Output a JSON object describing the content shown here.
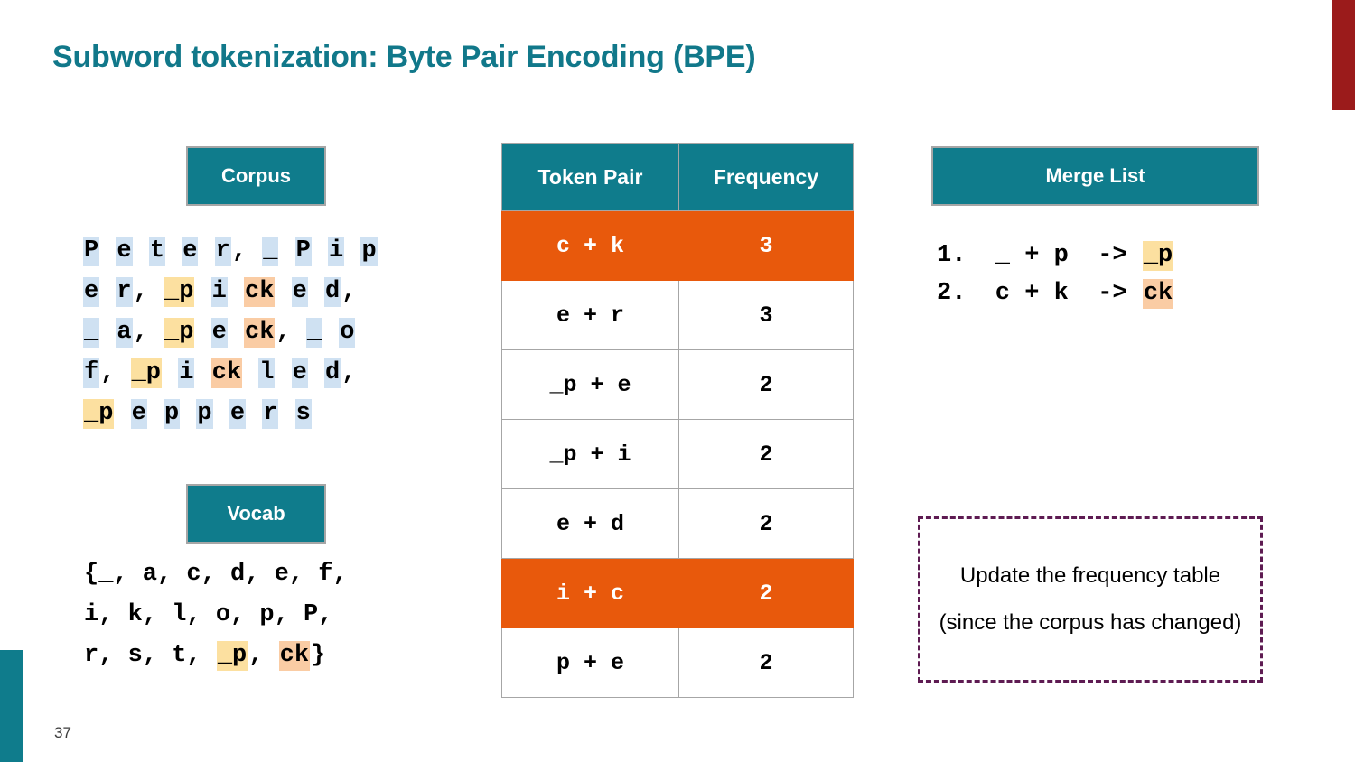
{
  "slide": {
    "title": "Subword tokenization: Byte Pair Encoding (BPE)",
    "page_number": "37",
    "colors": {
      "teal": "#0F7C8C",
      "title_teal": "#11788A",
      "orange_row": "#E8590C",
      "highlight_blue": "#CFE1F2",
      "highlight_yellow": "#FCE0A0",
      "highlight_orange": "#FACCA4",
      "callout_border": "#5E1B52",
      "edge_red": "#9B1B1B"
    }
  },
  "corpus": {
    "caption": "Corpus",
    "lines": [
      [
        {
          "t": "P",
          "h": "blue"
        },
        {
          "t": " ",
          "h": "none"
        },
        {
          "t": "e",
          "h": "blue"
        },
        {
          "t": " ",
          "h": "none"
        },
        {
          "t": "t",
          "h": "blue"
        },
        {
          "t": " ",
          "h": "none"
        },
        {
          "t": "e",
          "h": "blue"
        },
        {
          "t": " ",
          "h": "none"
        },
        {
          "t": "r",
          "h": "blue"
        },
        {
          "t": ", ",
          "h": "none"
        },
        {
          "t": "_",
          "h": "blue"
        },
        {
          "t": " ",
          "h": "none"
        },
        {
          "t": "P",
          "h": "blue"
        },
        {
          "t": " ",
          "h": "none"
        },
        {
          "t": "i",
          "h": "blue"
        },
        {
          "t": " ",
          "h": "none"
        },
        {
          "t": "p",
          "h": "blue"
        }
      ],
      [
        {
          "t": "e",
          "h": "blue"
        },
        {
          "t": " ",
          "h": "none"
        },
        {
          "t": "r",
          "h": "blue"
        },
        {
          "t": ", ",
          "h": "none"
        },
        {
          "t": "_p",
          "h": "yellow"
        },
        {
          "t": " ",
          "h": "none"
        },
        {
          "t": "i",
          "h": "blue"
        },
        {
          "t": " ",
          "h": "none"
        },
        {
          "t": "ck",
          "h": "orange"
        },
        {
          "t": " ",
          "h": "none"
        },
        {
          "t": "e",
          "h": "blue"
        },
        {
          "t": " ",
          "h": "none"
        },
        {
          "t": "d",
          "h": "blue"
        },
        {
          "t": ",",
          "h": "none"
        }
      ],
      [
        {
          "t": "_",
          "h": "blue"
        },
        {
          "t": " ",
          "h": "none"
        },
        {
          "t": "a",
          "h": "blue"
        },
        {
          "t": ", ",
          "h": "none"
        },
        {
          "t": "_p",
          "h": "yellow"
        },
        {
          "t": " ",
          "h": "none"
        },
        {
          "t": "e",
          "h": "blue"
        },
        {
          "t": " ",
          "h": "none"
        },
        {
          "t": "ck",
          "h": "orange"
        },
        {
          "t": ", ",
          "h": "none"
        },
        {
          "t": "_",
          "h": "blue"
        },
        {
          "t": " ",
          "h": "none"
        },
        {
          "t": "o",
          "h": "blue"
        }
      ],
      [
        {
          "t": "f",
          "h": "blue"
        },
        {
          "t": ", ",
          "h": "none"
        },
        {
          "t": "_p",
          "h": "yellow"
        },
        {
          "t": " ",
          "h": "none"
        },
        {
          "t": "i",
          "h": "blue"
        },
        {
          "t": " ",
          "h": "none"
        },
        {
          "t": "ck",
          "h": "orange"
        },
        {
          "t": " ",
          "h": "none"
        },
        {
          "t": "l",
          "h": "blue"
        },
        {
          "t": " ",
          "h": "none"
        },
        {
          "t": "e",
          "h": "blue"
        },
        {
          "t": " ",
          "h": "none"
        },
        {
          "t": "d",
          "h": "blue"
        },
        {
          "t": ",",
          "h": "none"
        }
      ],
      [
        {
          "t": "_p",
          "h": "yellow"
        },
        {
          "t": " ",
          "h": "none"
        },
        {
          "t": "e",
          "h": "blue"
        },
        {
          "t": " ",
          "h": "none"
        },
        {
          "t": "p",
          "h": "blue"
        },
        {
          "t": " ",
          "h": "none"
        },
        {
          "t": "p",
          "h": "blue"
        },
        {
          "t": " ",
          "h": "none"
        },
        {
          "t": "e",
          "h": "blue"
        },
        {
          "t": " ",
          "h": "none"
        },
        {
          "t": "r",
          "h": "blue"
        },
        {
          "t": " ",
          "h": "none"
        },
        {
          "t": "s",
          "h": "blue"
        }
      ]
    ],
    "plain_text": "Peter, _ Piper, _p i ck ed, _ a, _p e ck, _ of, _p i ck led, _p eppers"
  },
  "vocab": {
    "caption": "Vocab",
    "lines": [
      [
        {
          "t": "{_, a, c, d, e, f,",
          "h": "none"
        }
      ],
      [
        {
          "t": "i, k, l, o, p, P,",
          "h": "none"
        }
      ],
      [
        {
          "t": "r, s, t, ",
          "h": "none"
        },
        {
          "t": "_p",
          "h": "yellow"
        },
        {
          "t": ", ",
          "h": "none"
        },
        {
          "t": "ck",
          "h": "orange"
        },
        {
          "t": "}",
          "h": "none"
        }
      ]
    ],
    "plain_text": "{_, a, c, d, e, f, i, k, l, o, p, P, r, s, t, _p, ck}"
  },
  "frequency_table": {
    "headers": [
      "Token Pair",
      "Frequency"
    ],
    "rows": [
      {
        "pair": "c + k",
        "freq": "3",
        "highlight": true
      },
      {
        "pair": "e + r",
        "freq": "3",
        "highlight": false
      },
      {
        "pair": "_p + e",
        "freq": "2",
        "highlight": false
      },
      {
        "pair": "_p + i",
        "freq": "2",
        "highlight": false
      },
      {
        "pair": "e + d",
        "freq": "2",
        "highlight": false
      },
      {
        "pair": "i + c",
        "freq": "2",
        "highlight": true
      },
      {
        "pair": "p + e",
        "freq": "2",
        "highlight": false
      }
    ]
  },
  "merge_list": {
    "caption": "Merge List",
    "entries": [
      [
        {
          "t": "1.  _ + p  -> ",
          "h": "none"
        },
        {
          "t": "_p",
          "h": "yellow"
        }
      ],
      [
        {
          "t": "2.  c + k  -> ",
          "h": "none"
        },
        {
          "t": "ck",
          "h": "orange"
        }
      ]
    ],
    "plain_entries": [
      "1.  _ + p  -> _p",
      "2.  c + k  -> ck"
    ]
  },
  "callout": {
    "text": "Update the frequency table (since the corpus has changed)"
  },
  "chart_data": {
    "type": "table",
    "title": "Token Pair Frequency",
    "columns": [
      "Token Pair",
      "Frequency"
    ],
    "categories": [
      "c + k",
      "e + r",
      "_p + e",
      "_p + i",
      "e + d",
      "i + c",
      "p + e"
    ],
    "values": [
      3,
      3,
      2,
      2,
      2,
      2,
      2
    ],
    "highlighted": [
      "c + k",
      "i + c"
    ]
  }
}
